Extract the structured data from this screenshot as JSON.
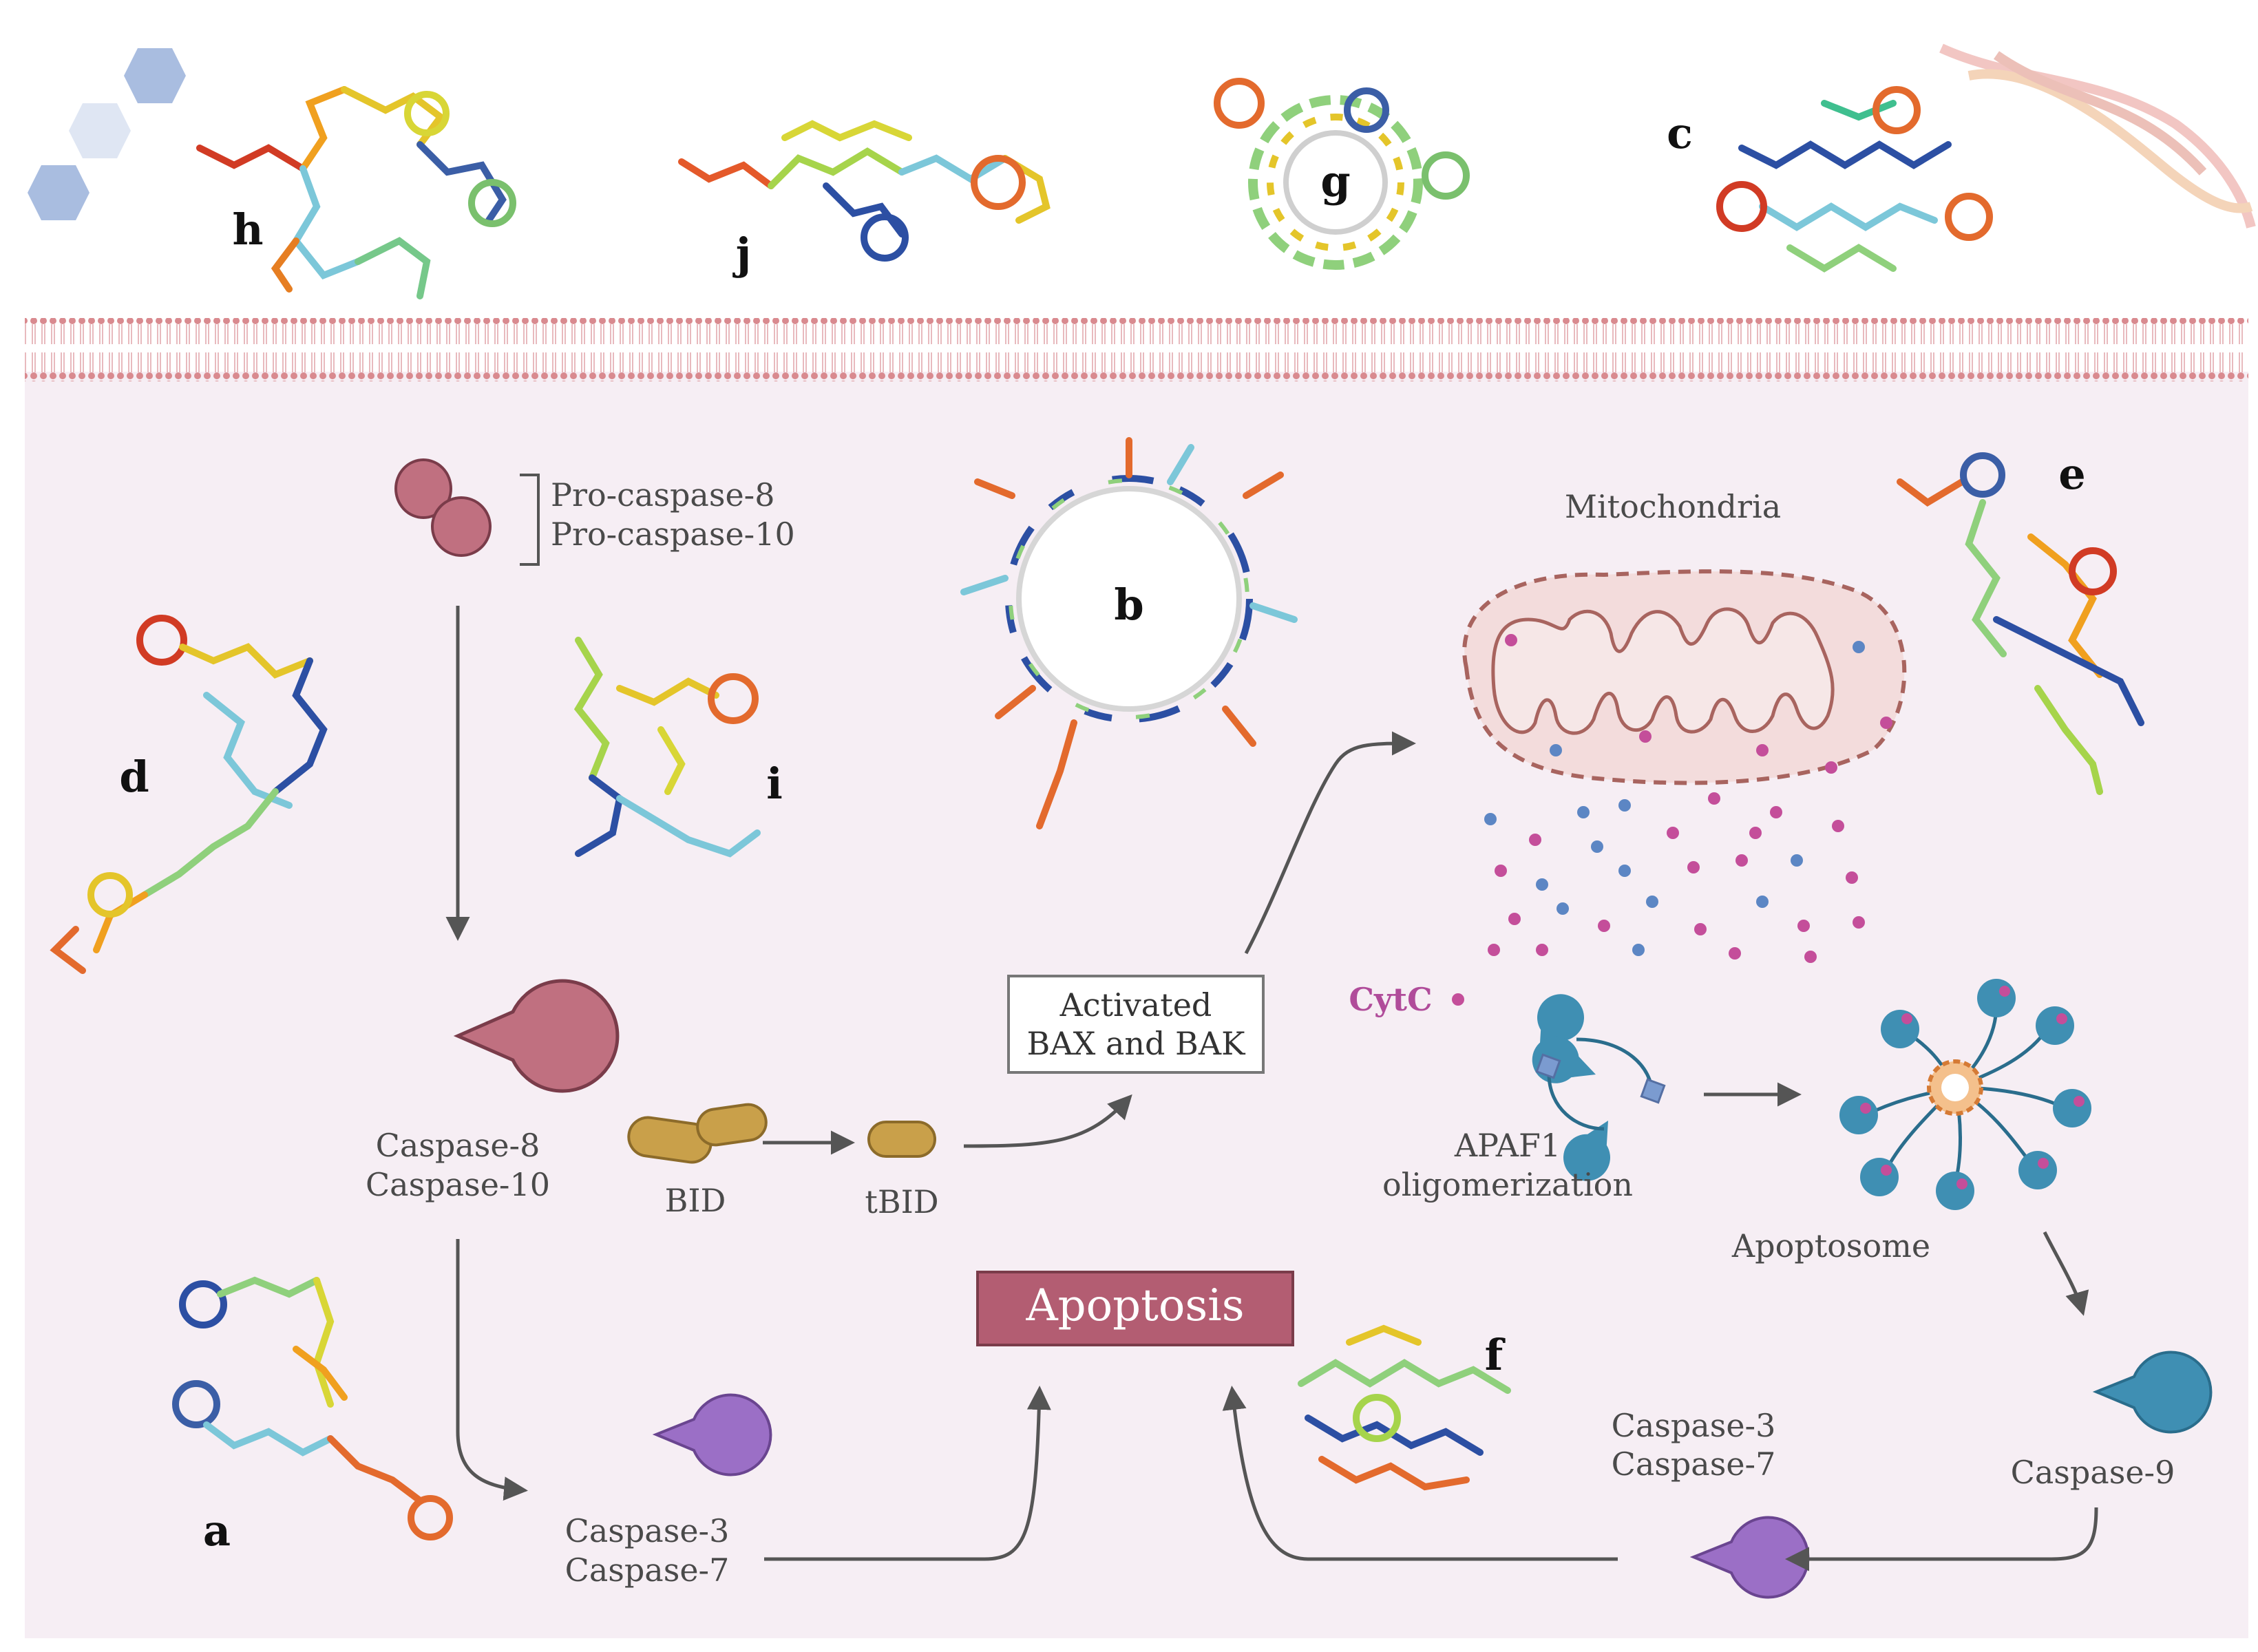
{
  "colors": {
    "cytoplasm": "#f6eef4",
    "membrane": "#d98a8f",
    "caspase8": "#c07080",
    "caspase37": "#9b6fc6",
    "caspase9": "#3f8fb3",
    "bid": "#c9a04a",
    "apoptosis_box": "#b35d72",
    "cytc": "#b04c9a",
    "mito_fill": "#f3dcdc",
    "mito_stroke": "#a8645f"
  },
  "molecules": {
    "a": "a",
    "b": "b",
    "c": "c",
    "d": "d",
    "e": "e",
    "f": "f",
    "g": "g",
    "h": "h",
    "i": "i",
    "j": "j"
  },
  "labels": {
    "procaspase_1": "Pro-caspase-8",
    "procaspase_2": "Pro-caspase-10",
    "caspase810_1": "Caspase-8",
    "caspase810_2": "Caspase-10",
    "bid": "BID",
    "tbid": "tBID",
    "bax_1": "Activated",
    "bax_2": "BAX and BAK",
    "mitochondria": "Mitochondria",
    "cytc": "CytC",
    "apaf_1": "APAF1",
    "apaf_2": "oligomerization",
    "apoptosome": "Apoptosome",
    "caspase9": "Caspase-9",
    "caspase37_left_1": "Caspase-3",
    "caspase37_left_2": "Caspase-7",
    "caspase37_right_1": "Caspase-3",
    "caspase37_right_2": "Caspase-7",
    "apoptosis": "Apoptosis"
  }
}
